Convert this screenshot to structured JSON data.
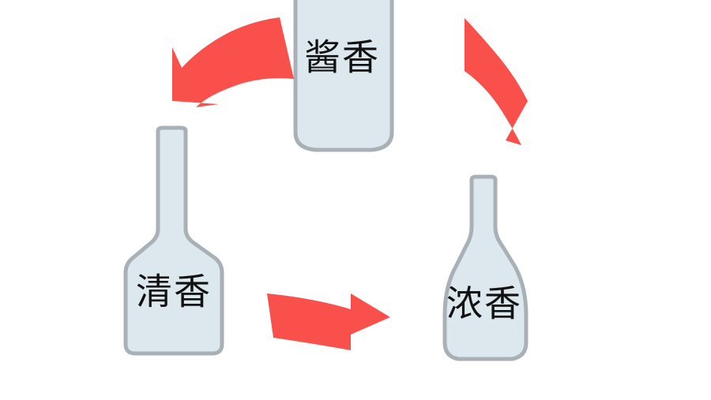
{
  "diagram": {
    "type": "cycle-diagram",
    "title": "",
    "background_color": "#ffffff",
    "arrow_color": "#F9504B",
    "bottle_fill_color": "#DCE8EE",
    "bottle_stroke_color": "#A9B1B6",
    "label_color": "#111111",
    "nodes": [
      {
        "id": "jiangxiang",
        "label": "酱香",
        "shape": "cylindrical-bottle",
        "position": "top-center"
      },
      {
        "id": "qingxiang",
        "label": "清香",
        "shape": "flask-bottle",
        "position": "left"
      },
      {
        "id": "nongxiang",
        "label": "浓香",
        "shape": "teardrop-bottle",
        "position": "right"
      }
    ],
    "arrows": [
      {
        "id": "arrow-top-left",
        "from": "jiangxiang",
        "to": "qingxiang",
        "direction": "down-left",
        "style": "curved-block-arrow"
      },
      {
        "id": "arrow-bottom",
        "from": "qingxiang",
        "to": "nongxiang",
        "direction": "right",
        "style": "curved-block-arrow"
      },
      {
        "id": "arrow-top-right",
        "from": "nongxiang",
        "to": "jiangxiang",
        "direction": "up-left",
        "style": "curved-block-arrow"
      }
    ]
  }
}
